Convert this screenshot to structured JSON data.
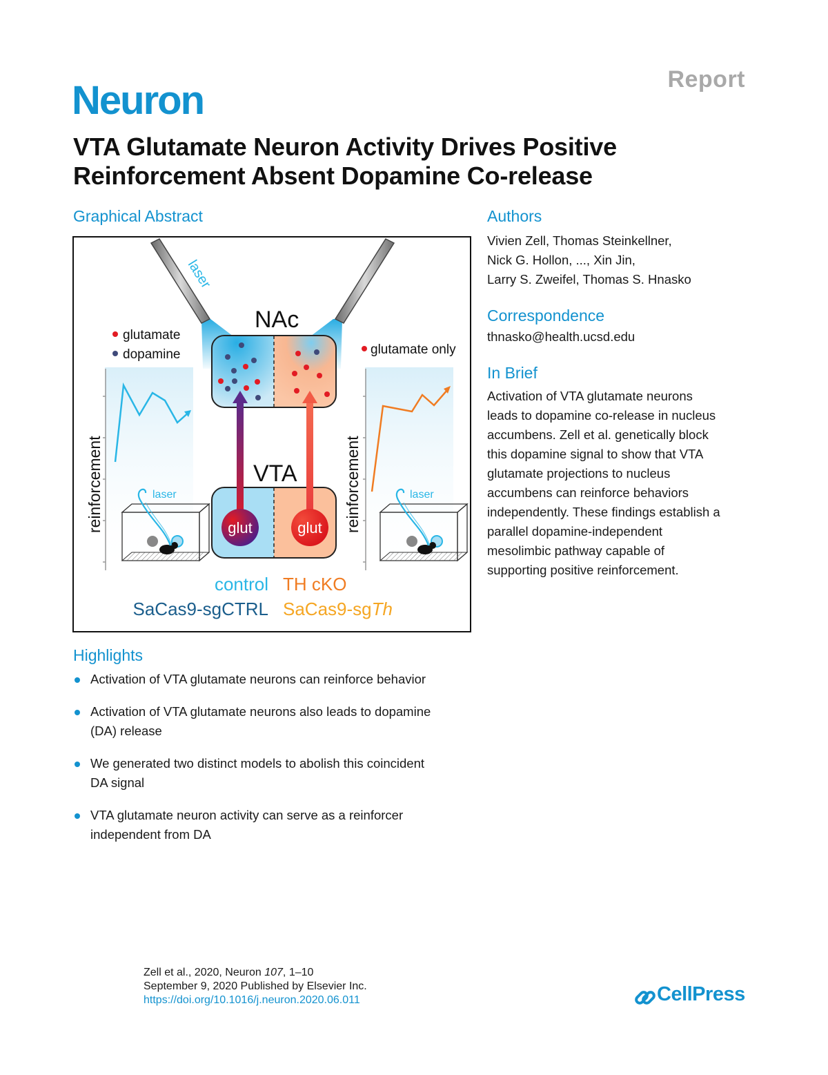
{
  "header": {
    "article_type": "Report",
    "journal": "Neuron",
    "title_line1": "VTA Glutamate Neuron Activity Drives Positive",
    "title_line2": "Reinforcement Absent Dopamine Co-release"
  },
  "graphical_abstract": {
    "heading": "Graphical Abstract",
    "laser": "laser",
    "nac": "NAc",
    "vta": "VTA",
    "legend_glutamate": "glutamate",
    "legend_dopamine": "dopamine",
    "legend_glutamate_only": "glutamate only",
    "reinforcement": "reinforcement",
    "glut": "glut",
    "control": "control",
    "th_cko": "TH cKO",
    "sacas9_ctrl": "SaCas9-sgCTRL",
    "sacas9_th_prefix": "SaCas9-sg",
    "sacas9_th_italic": "Th",
    "colors": {
      "cyan": "#29b6e6",
      "orange": "#f07c22",
      "dark_blue": "#1b5e8c",
      "glutamate_red": "#e21b23",
      "dopamine_navy": "#3f4a7a",
      "control_fill": "#a9def4",
      "cko_fill": "#fbc09c"
    }
  },
  "highlights": {
    "heading": "Highlights",
    "items": [
      {
        "lines": [
          "Activation of VTA glutamate neurons can reinforce behavior"
        ]
      },
      {
        "lines": [
          "Activation of VTA glutamate neurons also leads to dopamine",
          "(DA) release"
        ]
      },
      {
        "lines": [
          "We generated two distinct models to abolish this coincident",
          "DA signal"
        ]
      },
      {
        "lines": [
          "VTA glutamate neuron activity can serve as a reinforcer",
          "independent from DA"
        ]
      }
    ]
  },
  "authors": {
    "heading": "Authors",
    "lines": [
      "Vivien Zell, Thomas Steinkellner,",
      "Nick G. Hollon, ..., Xin Jin,",
      "Larry S. Zweifel, Thomas S. Hnasko"
    ]
  },
  "correspondence": {
    "heading": "Correspondence",
    "email": "thnasko@health.ucsd.edu"
  },
  "in_brief": {
    "heading": "In Brief",
    "lines": [
      "Activation of VTA glutamate neurons",
      "leads to dopamine co-release in nucleus",
      "accumbens. Zell et al. genetically block",
      "this dopamine signal to show that VTA",
      "glutamate projections to nucleus",
      "accumbens can reinforce behaviors",
      "independently. These findings establish a",
      "parallel dopamine-independent",
      "mesolimbic pathway capable of",
      "supporting positive reinforcement."
    ]
  },
  "footer": {
    "citation_prefix": "Zell et al., 2020, Neuron ",
    "citation_volume": "107",
    "citation_suffix": ", 1–10",
    "published": "September 9, 2020 Published by Elsevier Inc.",
    "doi": "https://doi.org/10.1016/j.neuron.2020.06.011",
    "publisher": "CellPress"
  }
}
